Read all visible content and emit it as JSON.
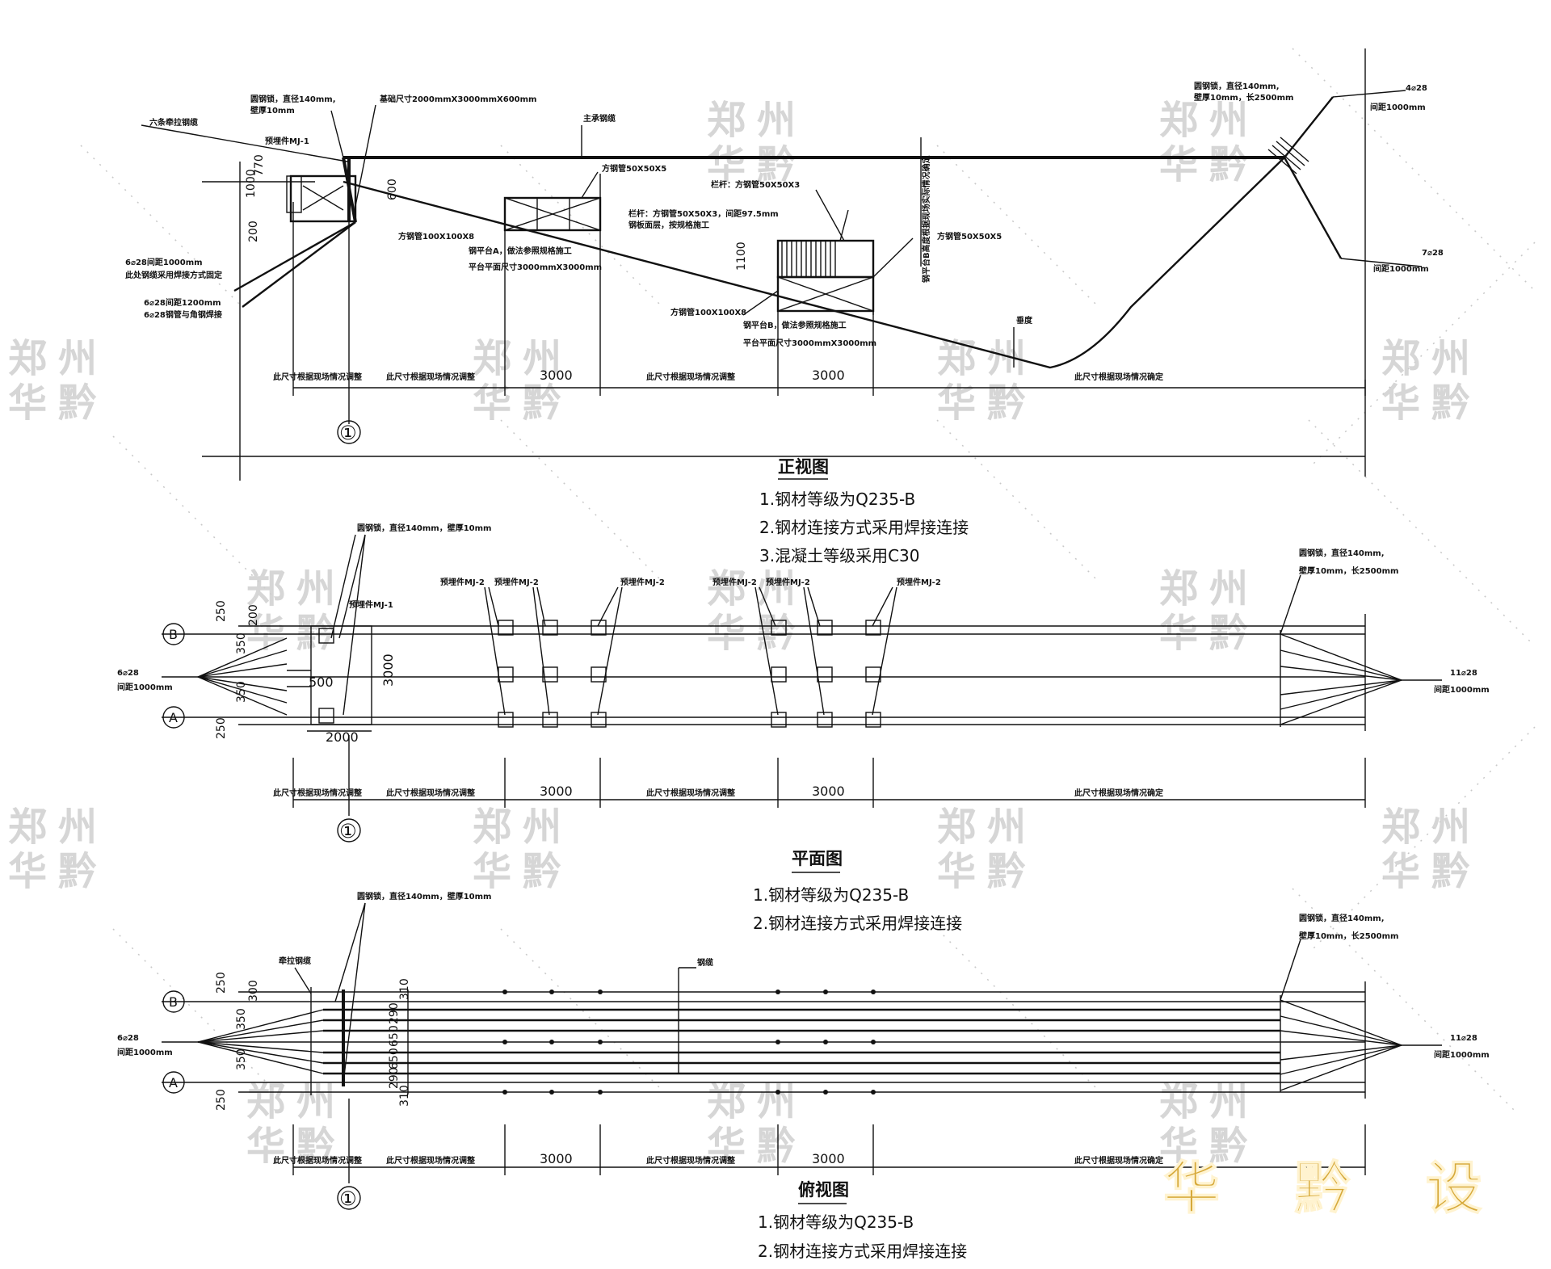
{
  "watermark_text": [
    "郑州",
    "华黔"
  ],
  "brand_logo_text": "华 黔 设 计",
  "views": {
    "front": {
      "title": "正视图",
      "notes": [
        "1.钢材等级为Q235-B",
        "2.钢材连接方式采用焊接连接",
        "3.混凝土等级采用C30"
      ],
      "labels": {
        "anchor_top": "圆钢锁，直径140mm,",
        "anchor_top2": "壁厚10mm",
        "six_cable": "六条牵拉钢缆",
        "embed_mj1": "预埋件MJ-1",
        "foundation": "基础尺寸2000mmX3000mmX600mm",
        "main_cable": "主承钢缆",
        "steel_tube_50": "方钢管50X50X5",
        "steel_tube_100": "方钢管100X100X8",
        "platform_note": "钢平台A，做法参照规格施工",
        "platform_size": "平台平面尺寸3000mmX3000mm",
        "railing": "栏杆：方钢管50X50X3",
        "railing2": "栏杆：方钢管50X50X3，间距97.5mm",
        "railing3": "钢板面层，按规格施工",
        "steel_tube_100b": "方钢管100X100X8",
        "platform_note_b": "钢平台B，做法参照规格施工",
        "platform_size_b": "平台平面尺寸3000mmX3000mm",
        "vertical_note": "钢平台B高度根据现场实际情况确定",
        "steel_tube_50c": "方钢管50X50X5",
        "sag": "垂度",
        "cable_6_1000": "6⌀28间距1000mm",
        "cable_6_1000_note": "此处钢缆采用焊接方式固定",
        "cable_6_1200": "6⌀28间距1200mm",
        "cable_6_1200_b": "6⌀28钢管与角钢焊接",
        "anchor_right": "圆钢锁，直径140mm,",
        "anchor_right2": "壁厚10mm，长2500mm",
        "cable_4": "4⌀28",
        "cable_4b": "间距1000mm",
        "cable_7": "7⌀28",
        "cable_7b": "间距1000mm"
      },
      "dims_vertical": [
        "770",
        "1000",
        "200",
        "600",
        "1100"
      ],
      "dims_row": [
        "此尺寸根据现场情况调整",
        "此尺寸根据现场情况调整",
        "3000",
        "此尺寸根据现场情况调整",
        "3000",
        "此尺寸根据现场情况确定"
      ],
      "axis_label": "①"
    },
    "plan": {
      "title": "平面图",
      "notes": [
        "1.钢材等级为Q235-B",
        "2.钢材连接方式采用焊接连接"
      ],
      "labels": {
        "anchor_top": "圆钢锁，直径140mm，壁厚10mm",
        "embed_mj1": "预埋件MJ-1",
        "embed_mj2": "预埋件MJ-2",
        "anchor_right": "圆钢锁，直径140mm,",
        "anchor_right2": "壁厚10mm，长2500mm",
        "left_cable": "6⌀28",
        "left_cable2": "间距1000mm",
        "right_cable": "11⌀28",
        "right_cable2": "间距1000mm"
      },
      "dims_left": [
        "250",
        "200",
        "350",
        "350",
        "250"
      ],
      "dims_inner": [
        "500",
        "3000",
        "2000"
      ],
      "dims_row": [
        "此尺寸根据现场情况调整",
        "此尺寸根据现场情况调整",
        "3000",
        "此尺寸根据现场情况调整",
        "3000",
        "此尺寸根据现场情况确定"
      ],
      "axis_b": "B",
      "axis_a": "A",
      "axis_label": "①"
    },
    "top": {
      "title": "俯视图",
      "notes": [
        "1.钢材等级为Q235-B",
        "2.钢材连接方式采用焊接连接"
      ],
      "labels": {
        "anchor_top": "圆钢锁，直径140mm，壁厚10mm",
        "pull_cable": "牵拉钢缆",
        "cable": "钢缆",
        "anchor_right": "圆钢锁，直径140mm,",
        "anchor_right2": "壁厚10mm，长2500mm",
        "left_cable": "6⌀28",
        "left_cable2": "间距1000mm",
        "right_cable": "11⌀28",
        "right_cable2": "间距1000mm"
      },
      "dims_left": [
        "250",
        "300",
        "350",
        "350",
        "250"
      ],
      "dims_inner": [
        "310",
        "290",
        "650",
        "650",
        "290",
        "310"
      ],
      "dims_row": [
        "此尺寸根据现场情况调整",
        "此尺寸根据现场情况调整",
        "3000",
        "此尺寸根据现场情况调整",
        "3000",
        "此尺寸根据现场情况确定"
      ],
      "axis_b": "B",
      "axis_a": "A",
      "axis_label": "①"
    }
  }
}
